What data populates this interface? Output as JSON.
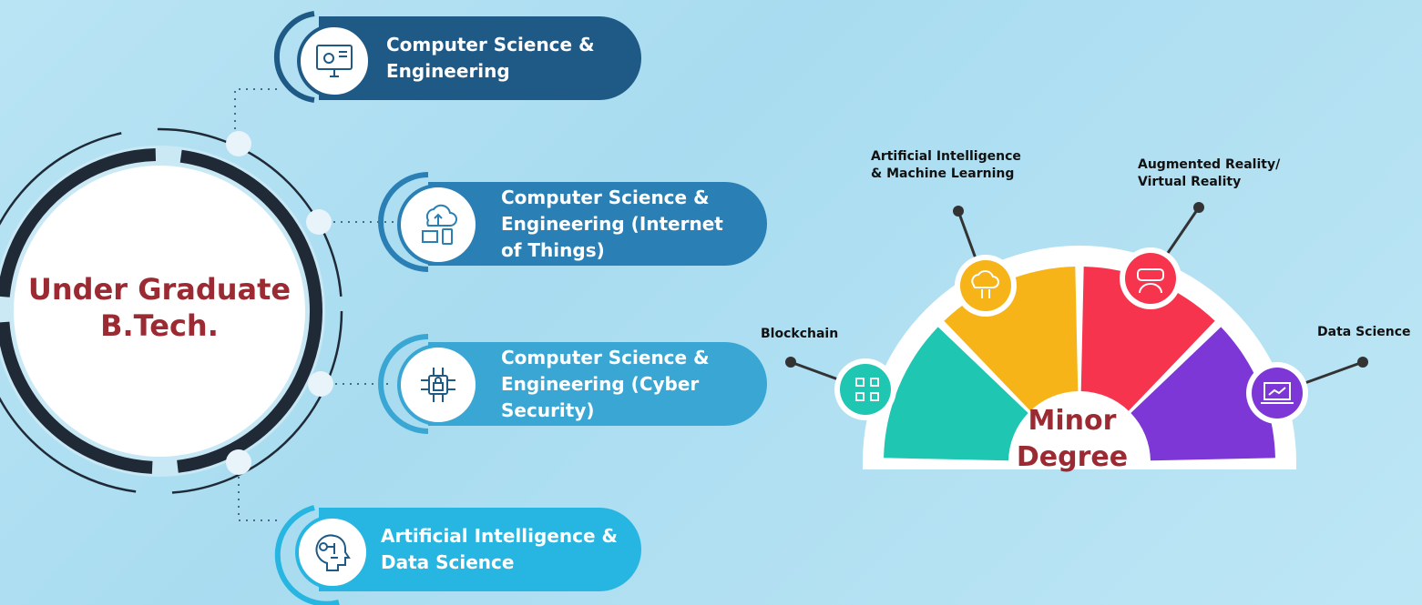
{
  "hub": {
    "title_line1": "Under Graduate",
    "title_line2": "B.Tech."
  },
  "programs": [
    {
      "label_lines": [
        "Computer Science &",
        "Engineering"
      ],
      "icon": "monitor-gear-icon",
      "color": "#1f5a86"
    },
    {
      "label_lines": [
        "Computer Science &",
        "Engineering (Internet",
        "of Things)"
      ],
      "icon": "cloud-devices-icon",
      "color": "#2a7fb5"
    },
    {
      "label_lines": [
        "Computer Science &",
        "Engineering (Cyber",
        "Security)"
      ],
      "icon": "lock-circuit-icon",
      "color": "#3aa6d4"
    },
    {
      "label_lines": [
        "Artificial Intelligence &",
        "Data Science"
      ],
      "icon": "ai-head-icon",
      "color": "#27b5e2"
    }
  ],
  "minor": {
    "title_line1": "Minor",
    "title_line2": "Degree",
    "segments": [
      {
        "label": "Blockchain",
        "icon": "blockchain-cubes-icon",
        "color": "#1fc6b2"
      },
      {
        "label_lines": [
          "Artificial Intelligence",
          "& Machine Learning"
        ],
        "icon": "cloud-brain-icon",
        "color": "#f6b419"
      },
      {
        "label_lines": [
          "Augmented Reality/",
          "Virtual Reality"
        ],
        "icon": "vr-headset-icon",
        "color": "#f7344e"
      },
      {
        "label": "Data Science",
        "icon": "laptop-chart-icon",
        "color": "#7d37d6"
      }
    ]
  }
}
